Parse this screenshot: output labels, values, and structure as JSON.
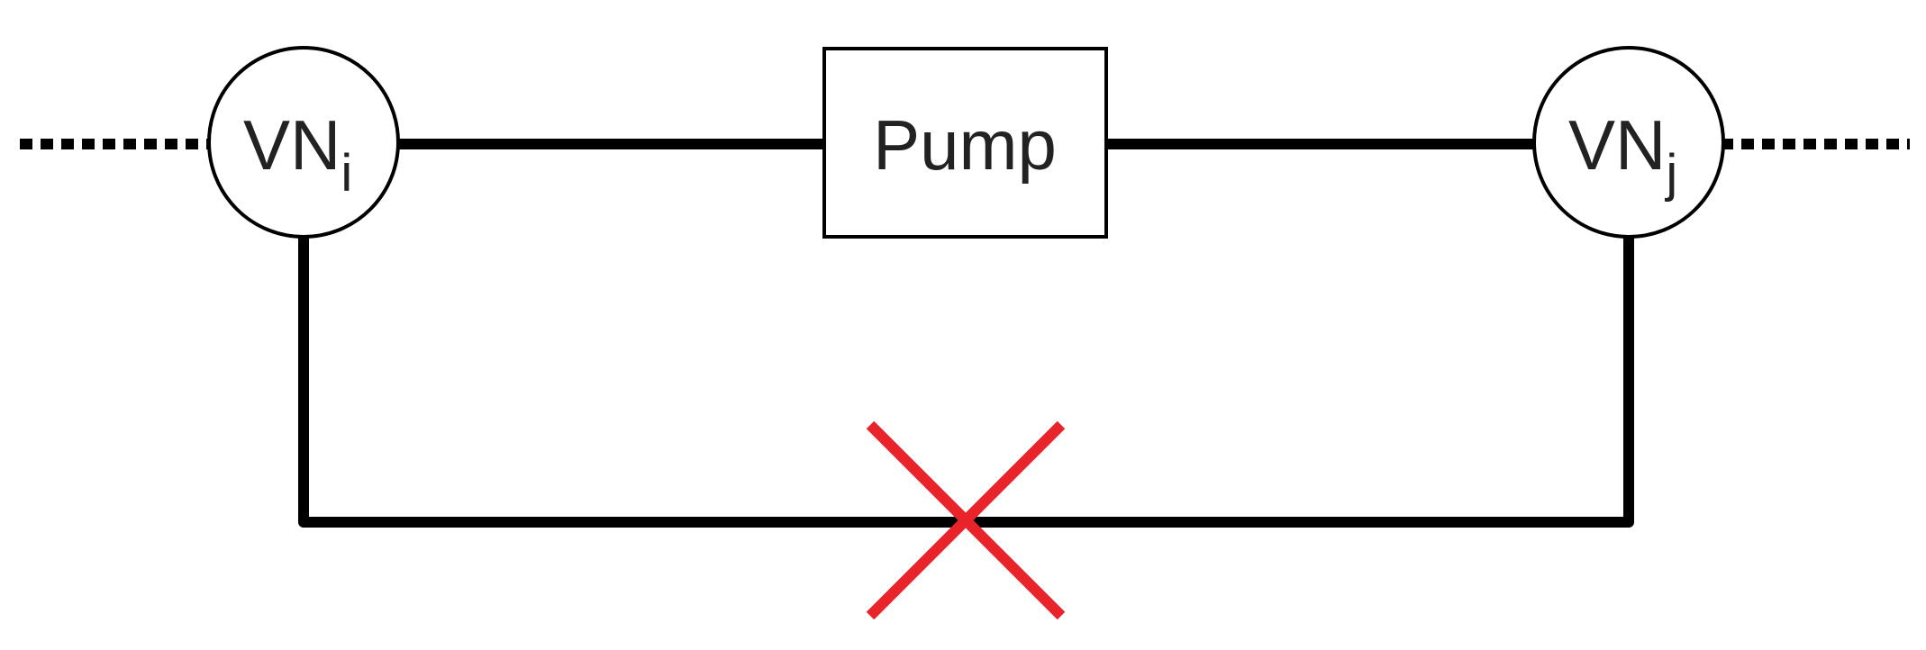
{
  "diagram": {
    "node_left": {
      "label": "VN",
      "subscript": "i"
    },
    "node_right": {
      "label": "VN",
      "subscript": "j"
    },
    "pump": {
      "label": "Pump"
    },
    "colors": {
      "line": "#000000",
      "blocked_marker": "#e8232a"
    },
    "icons": {
      "blocked_marker": "cross-mark-icon"
    }
  }
}
